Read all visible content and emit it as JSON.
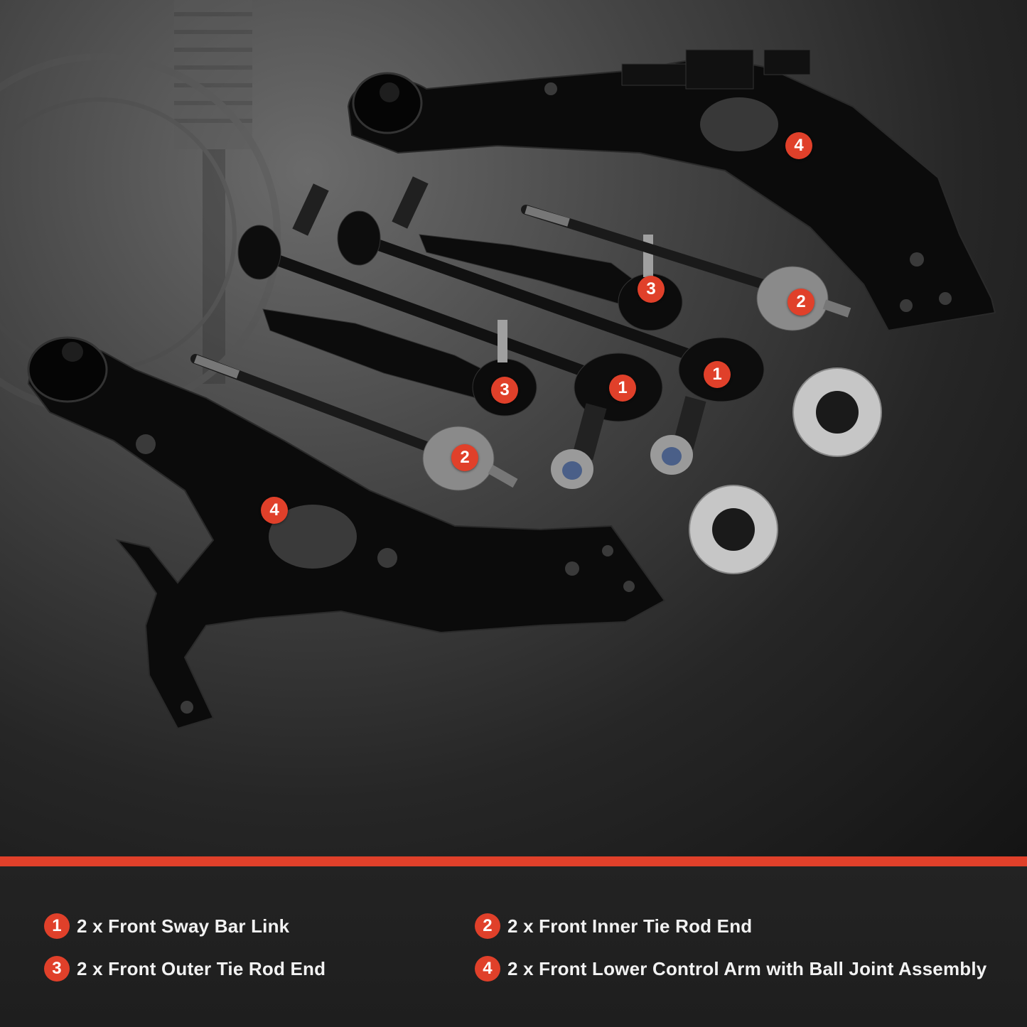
{
  "legend": [
    {
      "number": "1",
      "text": "2 x Front Sway Bar Link"
    },
    {
      "number": "2",
      "text": "2 x Front Inner Tie Rod End"
    },
    {
      "number": "3",
      "text": "2 x Front Outer Tie Rod End"
    },
    {
      "number": "4",
      "text": "2 x Front Lower Control Arm with Ball Joint Assembly"
    }
  ],
  "callouts": {
    "c1a": "1",
    "c1b": "1",
    "c2a": "2",
    "c2b": "2",
    "c3a": "3",
    "c3b": "3",
    "c4a": "4",
    "c4b": "4"
  },
  "colors": {
    "accent": "#e0402a",
    "part_black": "#0b0b0b",
    "metal": "#b5b5b5",
    "background_dark": "#1a1a1a"
  }
}
